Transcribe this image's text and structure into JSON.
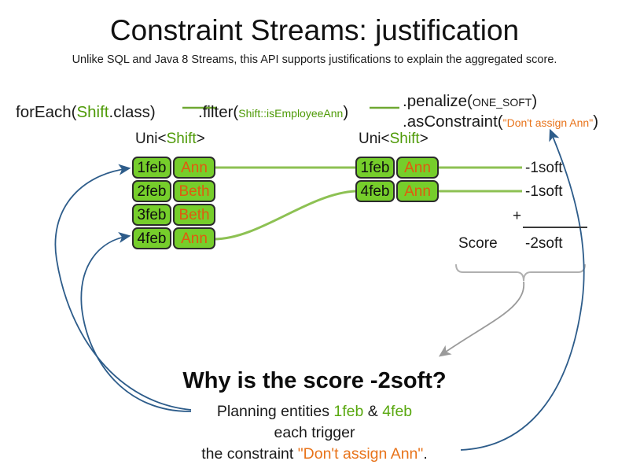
{
  "header": {
    "title": "Constraint Streams: justification",
    "subtitle": "Unlike SQL and Java 8 Streams, this API supports justifications to explain the aggregated score."
  },
  "colors": {
    "green_text": "#4E9A06",
    "green_box": "#76CE2B",
    "green_line": "#8DC153",
    "orange": "#E8731A",
    "orange_name": "#E05A10",
    "blue_arrow": "#2D5C8A",
    "gray_arrow": "#9a9a9a",
    "black": "#1a1a1a"
  },
  "pipeline": {
    "foreach": {
      "prefix": "forEach(",
      "type": "Shift",
      "suffix": ".class)"
    },
    "filter": {
      "prefix": ".filter(",
      "arg": "Shift::isEmployeeAnn",
      "suffix": ")"
    },
    "penalize": {
      "prefix": ".penalize(",
      "arg": "ONE_SOFT",
      "suffix": ")"
    },
    "as_constraint": {
      "prefix": ".asConstraint(",
      "arg": "\"Don't assign Ann\"",
      "suffix": ")"
    }
  },
  "streams": {
    "left": {
      "label_prefix": "Uni<",
      "label_type": "Shift",
      "label_suffix": ">",
      "rows": [
        {
          "date": "1feb",
          "name": "Ann"
        },
        {
          "date": "2feb",
          "name": "Beth"
        },
        {
          "date": "3feb",
          "name": "Beth"
        },
        {
          "date": "4feb",
          "name": "Ann"
        }
      ]
    },
    "right": {
      "label_prefix": "Uni<",
      "label_type": "Shift",
      "label_suffix": ">",
      "rows": [
        {
          "date": "1feb",
          "name": "Ann",
          "penalty": "-1soft"
        },
        {
          "date": "4feb",
          "name": "Ann",
          "penalty": "-1soft"
        }
      ]
    }
  },
  "score": {
    "plus_sign": "+",
    "label": "Score",
    "total": "-2soft"
  },
  "explanation": {
    "question": "Why is the score -2soft?",
    "line1_prefix": "Planning entities ",
    "line1_entity_a": "1feb",
    "line1_amp": " & ",
    "line1_entity_b": "4feb",
    "line2": "each trigger",
    "line3_prefix": "the constraint ",
    "line3_constraint": "\"Don't assign Ann\"",
    "line3_suffix": "."
  }
}
